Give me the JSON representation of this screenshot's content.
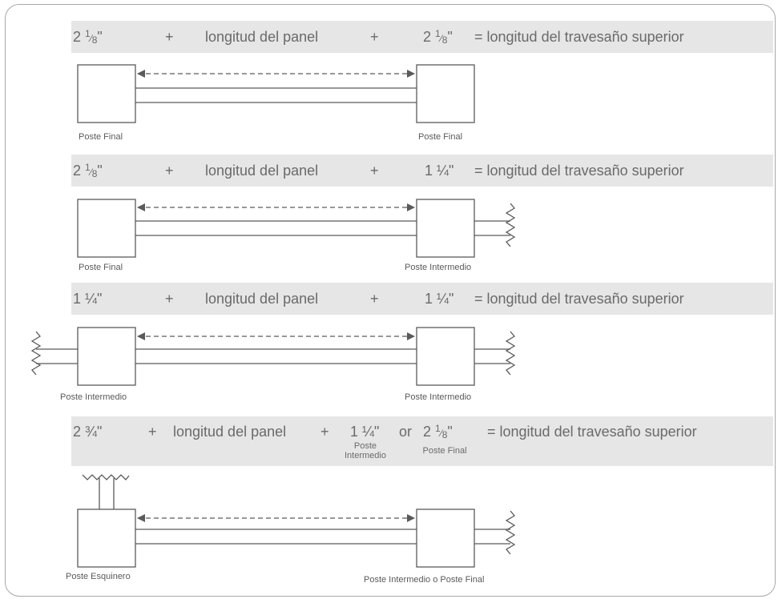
{
  "rows": [
    {
      "formula": {
        "a": {
          "whole": "2",
          "num": "1",
          "den": "8"
        },
        "plus1": "+",
        "panel": "longitud del panel",
        "plus2": "+",
        "b": {
          "whole": "2",
          "num": "1",
          "den": "8"
        },
        "result": "= longitud del travesaño superior"
      },
      "left_label": "Poste Final",
      "right_label": "Poste Final"
    },
    {
      "formula": {
        "a": {
          "whole": "2",
          "num": "1",
          "den": "8"
        },
        "plus1": "+",
        "panel": "longitud del panel",
        "plus2": "+",
        "b_text": "1 ¼\"",
        "result": "= longitud del travesaño superior"
      },
      "left_label": "Poste Final",
      "right_label": "Poste Intermedio"
    },
    {
      "formula": {
        "a_text": "1 ¼\"",
        "plus1": "+",
        "panel": "longitud del panel",
        "plus2": "+",
        "b_text": "1 ¼\"",
        "result": "= longitud del travesaño superior"
      },
      "left_label": "Poste Intermedio",
      "right_label": "Poste Intermedio"
    },
    {
      "formula": {
        "a_text": "2 ¾\"",
        "plus1": "+",
        "panel": "longitud del panel",
        "plus2": "+",
        "b_text": "1 ¼\"",
        "b_sub": [
          "Poste",
          "Intermedio"
        ],
        "or": "or",
        "c": {
          "whole": "2",
          "num": "1",
          "den": "8"
        },
        "c_sub": "Poste Final",
        "result": "= longitud del travesaño superior"
      },
      "left_label": "Poste Esquinero",
      "right_label": "Poste Intermedio o Poste Final"
    }
  ],
  "colors": {
    "band": "#e6e6e6",
    "text": "#6a6a6a",
    "stroke": "#5a5a5a",
    "frame": "#a8a8a8"
  }
}
